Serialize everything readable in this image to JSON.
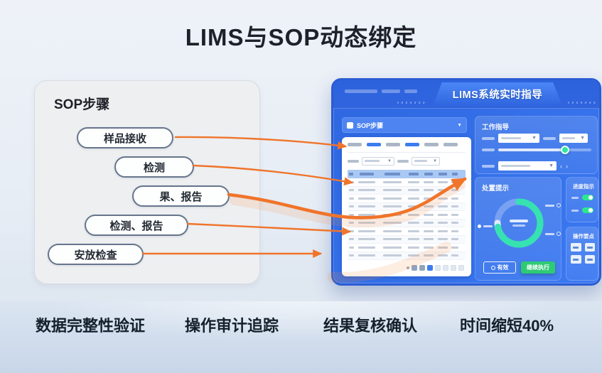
{
  "title": "LIMS与SOP动态绑定",
  "sop_panel": {
    "heading": "SOP步骤",
    "steps": [
      {
        "label": "样品接收"
      },
      {
        "label": "检测"
      },
      {
        "label": "果、报告"
      },
      {
        "label": "检测、报告"
      },
      {
        "label": "安放检查"
      }
    ]
  },
  "dashboard": {
    "title": "LIMS系统实时指导",
    "sop_dropdown_label": "SOP步骤",
    "table": {
      "rows": 10,
      "pagination": {
        "items": 8,
        "active_index": 3
      }
    },
    "panels": {
      "work_guide": {
        "title": "工作指导",
        "slider_percent": 72
      },
      "disposal": {
        "title": "处置提示",
        "donut": {
          "primary_percent": 72,
          "secondary_percent": 12
        },
        "buttons": {
          "secondary": "有效",
          "primary": "继续执行"
        }
      },
      "progress": {
        "title": "进度指示"
      },
      "key_points": {
        "title": "操作要点"
      }
    }
  },
  "footer": {
    "items": [
      "数据完整性验证",
      "操作审计追踪",
      "结果复核确认",
      "时间缩短40%"
    ]
  },
  "colors": {
    "accent_orange": "#F0742A",
    "dashboard_blue": "#2F6AE3",
    "teal": "#35E2B0",
    "green": "#2FCA75"
  }
}
